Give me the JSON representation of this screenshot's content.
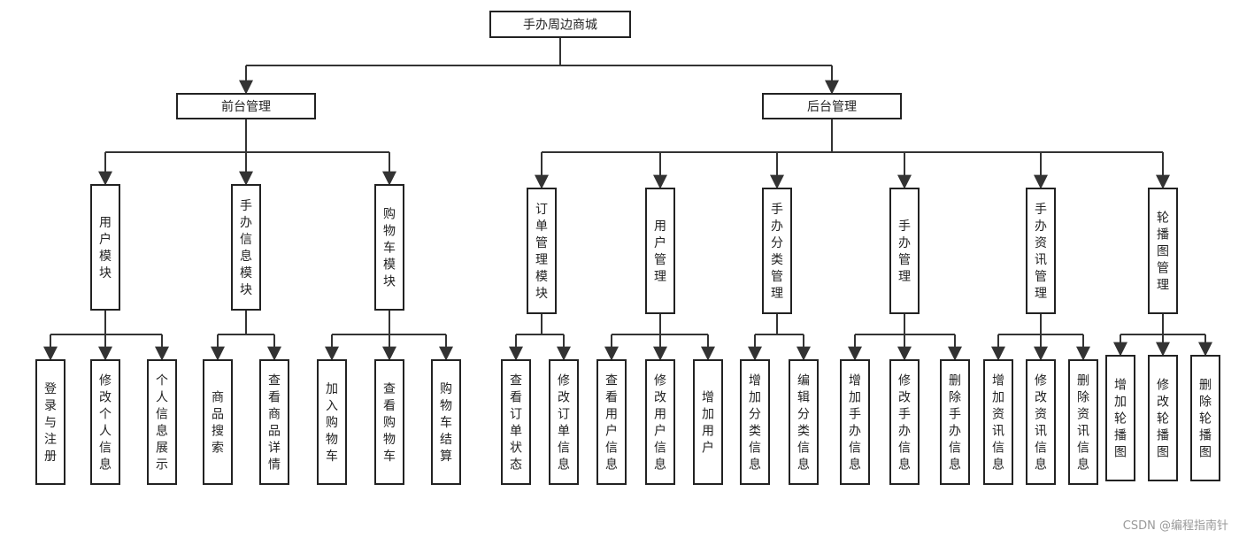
{
  "diagram": {
    "root": {
      "label": "手办周边商城",
      "children": [
        {
          "label": "前台管理",
          "children": [
            {
              "label": "用户模块",
              "children": [
                {
                  "label": "登录与注册"
                },
                {
                  "label": "修改个人信息"
                },
                {
                  "label": "个人信息展示"
                }
              ]
            },
            {
              "label": "手办信息模块",
              "children": [
                {
                  "label": "商品搜索"
                },
                {
                  "label": "查看商品详情"
                }
              ]
            },
            {
              "label": "购物车模块",
              "children": [
                {
                  "label": "加入购物车"
                },
                {
                  "label": "查看购物车"
                },
                {
                  "label": "购物车结算"
                }
              ]
            }
          ]
        },
        {
          "label": "后台管理",
          "children": [
            {
              "label": "订单管理模块",
              "children": [
                {
                  "label": "查看订单状态"
                },
                {
                  "label": "修改订单信息"
                }
              ]
            },
            {
              "label": "用户管理",
              "children": [
                {
                  "label": "查看用户信息"
                },
                {
                  "label": "修改用户信息"
                },
                {
                  "label": "增加用户"
                }
              ]
            },
            {
              "label": "手办分类管理",
              "children": [
                {
                  "label": "增加分类信息"
                },
                {
                  "label": "编辑分类信息"
                }
              ]
            },
            {
              "label": "手办管理",
              "children": [
                {
                  "label": "增加手办信息"
                },
                {
                  "label": "修改手办信息"
                },
                {
                  "label": "删除手办信息"
                }
              ]
            },
            {
              "label": "手办资讯管理",
              "children": [
                {
                  "label": "增加资讯信息"
                },
                {
                  "label": "修改资讯信息"
                },
                {
                  "label": "删除资讯信息"
                }
              ]
            },
            {
              "label": "轮播图管理",
              "children": [
                {
                  "label": "增加轮播图"
                },
                {
                  "label": "修改轮播图"
                },
                {
                  "label": "删除轮播图"
                }
              ]
            }
          ]
        }
      ]
    }
  },
  "watermark": "CSDN @编程指南针"
}
